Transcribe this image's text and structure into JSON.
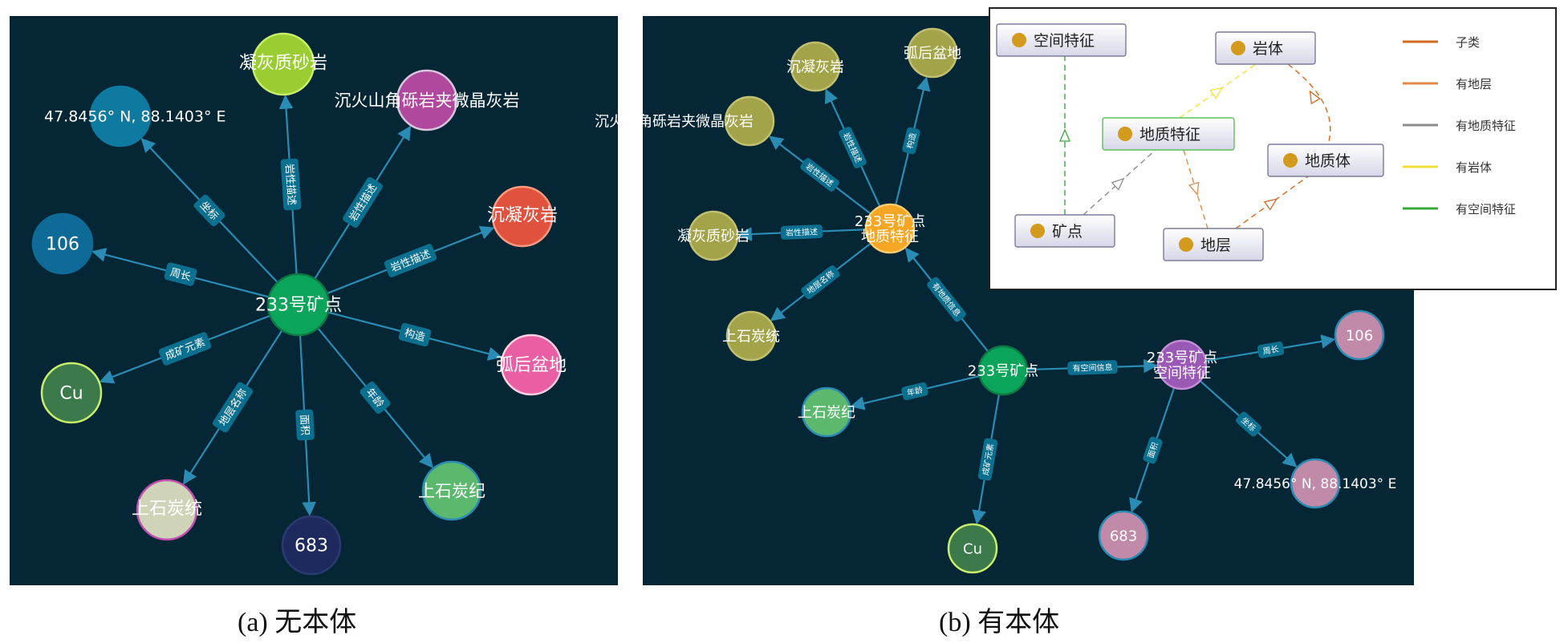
{
  "panel_a": {
    "center": "233号矿点",
    "nodes": [
      {
        "label": "凝灰质砂岩",
        "edge": "岩性描述",
        "fill": "#9acd32"
      },
      {
        "label": "沉火山角砾岩夹微晶灰岩",
        "edge": "岩性描述",
        "fill": "#b0489e"
      },
      {
        "label": "沉凝灰岩",
        "edge": "岩性描述",
        "fill": "#e0523e"
      },
      {
        "label": "弧后盆地",
        "edge": "构造",
        "fill": "#ea5fa3"
      },
      {
        "label": "上石炭纪",
        "edge": "年龄",
        "fill": "#5bb86d"
      },
      {
        "label": "683",
        "edge": "面积",
        "fill": "#1e2a5e"
      },
      {
        "label": "上石炭统",
        "edge": "地层名称",
        "fill": "#cfd3b8"
      },
      {
        "label": "Cu",
        "edge": "成矿元素",
        "fill": "#3c7a4c"
      },
      {
        "label": "106",
        "edge": "周长",
        "fill": "#0e6a96"
      },
      {
        "label": "47.8456° N, 88.1403° E",
        "edge": "坐标",
        "fill": "#0e7aa0"
      }
    ]
  },
  "panel_b": {
    "nodes": {
      "mine": "233号矿点",
      "geo_feature": "233号矿点\n地质特征",
      "space_feature": "233号矿点\n空间特征",
      "chenning": "沉凝灰岩",
      "huhou": "弧后盆地",
      "chenhuo": "沉火山角砾岩夹微晶灰岩",
      "ninghui": "凝灰质砂岩",
      "shangtong": "上石炭统",
      "shangji": "上石炭纪",
      "cu": "Cu",
      "v106": "106",
      "coord": "47.8456° N, 88.1403° E",
      "v683": "683"
    },
    "edges": {
      "e_chenning": "岩性描述",
      "e_huhou": "构造",
      "e_chenhuo": "岩性描述",
      "e_ninghui": "岩性描述",
      "e_shangtong": "地层名称",
      "e_geo": "有地质信息",
      "e_space": "有空间信息",
      "e_shangji": "年龄",
      "e_cu": "成矿元素",
      "e_106": "周长",
      "e_coord": "坐标",
      "e_683": "面积"
    }
  },
  "ontology": {
    "classes": [
      "空间特征",
      "岩体",
      "地质特征",
      "地质体",
      "矿点",
      "地层"
    ],
    "legend": [
      {
        "label": "子类",
        "color": "#d2691e"
      },
      {
        "label": "有地层",
        "color": "#e08a4a"
      },
      {
        "label": "有地质特征",
        "color": "#8c8c8c"
      },
      {
        "label": "有岩体",
        "color": "#f2e03a"
      },
      {
        "label": "有空间特征",
        "color": "#3aa83a"
      }
    ]
  },
  "captions": {
    "a": "(a) 无本体",
    "b": "(b) 有本体"
  },
  "colors": {
    "background": "#052635",
    "edge": "#2a8cb4",
    "edge_label_bg": "#0b6f8f",
    "center": "#0aa55a",
    "geo_feature": "#f5a623",
    "space_feature": "#9b59b6"
  }
}
